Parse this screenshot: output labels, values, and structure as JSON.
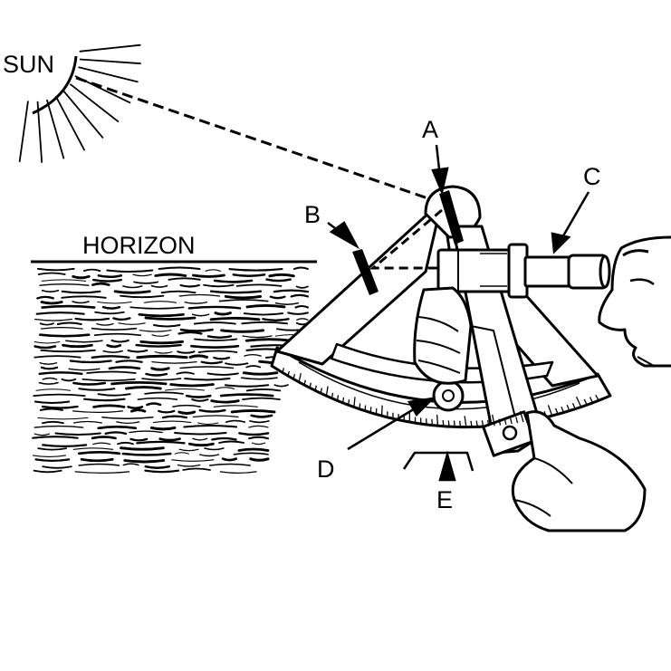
{
  "labels": {
    "sun": "SUN",
    "horizon": "HORIZON",
    "a": "A",
    "b": "B",
    "c": "C",
    "d": "D",
    "e": "E"
  },
  "colors": {
    "ink": "#000000",
    "paper": "#ffffff"
  }
}
